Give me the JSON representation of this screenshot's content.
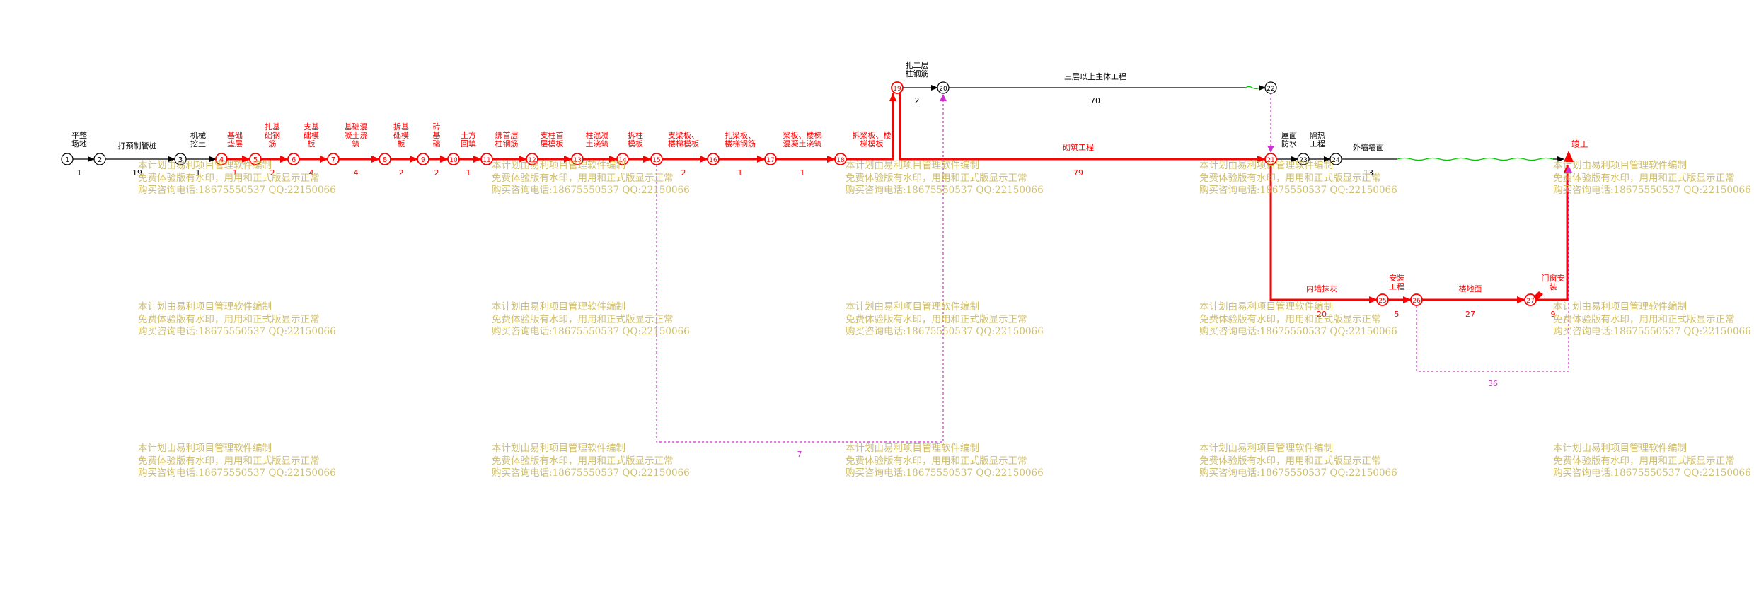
{
  "colors": {
    "critical": "#ff0000",
    "normal": "#000000",
    "dummy": "#cc33cc",
    "float": "#00cc00",
    "watermark": "#c8b450"
  },
  "nodes": [
    {
      "id": "1",
      "kind": "normal"
    },
    {
      "id": "2",
      "kind": "normal"
    },
    {
      "id": "3",
      "kind": "normal"
    },
    {
      "id": "4",
      "kind": "critical"
    },
    {
      "id": "5",
      "kind": "critical"
    },
    {
      "id": "6",
      "kind": "critical"
    },
    {
      "id": "7",
      "kind": "critical"
    },
    {
      "id": "8",
      "kind": "critical"
    },
    {
      "id": "9",
      "kind": "critical"
    },
    {
      "id": "10",
      "kind": "critical"
    },
    {
      "id": "11",
      "kind": "critical"
    },
    {
      "id": "12",
      "kind": "critical"
    },
    {
      "id": "13",
      "kind": "critical"
    },
    {
      "id": "14",
      "kind": "critical"
    },
    {
      "id": "15",
      "kind": "critical"
    },
    {
      "id": "16",
      "kind": "critical"
    },
    {
      "id": "17",
      "kind": "critical"
    },
    {
      "id": "18",
      "kind": "critical"
    },
    {
      "id": "19",
      "kind": "critical"
    },
    {
      "id": "20",
      "kind": "normal"
    },
    {
      "id": "21",
      "kind": "critical"
    },
    {
      "id": "22",
      "kind": "normal"
    },
    {
      "id": "23",
      "kind": "normal"
    },
    {
      "id": "24",
      "kind": "normal"
    },
    {
      "id": "25",
      "kind": "critical"
    },
    {
      "id": "26",
      "kind": "critical"
    },
    {
      "id": "27",
      "kind": "critical"
    }
  ],
  "activities": [
    {
      "from": "1",
      "to": "2",
      "name": "平整场地",
      "duration": "1",
      "kind": "normal"
    },
    {
      "from": "2",
      "to": "3",
      "name": "打预制管桩",
      "duration": "19",
      "kind": "normal"
    },
    {
      "from": "3",
      "to": "4",
      "name": "机械挖土",
      "duration": "1",
      "kind": "normal"
    },
    {
      "from": "4",
      "to": "5",
      "name": "基础垫层",
      "duration": "1",
      "kind": "critical"
    },
    {
      "from": "5",
      "to": "6",
      "name": "扎基础钢筋",
      "duration": "2",
      "kind": "critical"
    },
    {
      "from": "6",
      "to": "7",
      "name": "支基础模板",
      "duration": "4",
      "kind": "critical"
    },
    {
      "from": "7",
      "to": "8",
      "name": "基础混凝土浇筑",
      "duration": "4",
      "kind": "critical"
    },
    {
      "from": "8",
      "to": "9",
      "name": "拆基础模板",
      "duration": "2",
      "kind": "critical"
    },
    {
      "from": "9",
      "to": "10",
      "name": "砖基础",
      "duration": "2",
      "kind": "critical"
    },
    {
      "from": "10",
      "to": "11",
      "name": "土方回填",
      "duration": "1",
      "kind": "critical"
    },
    {
      "from": "11",
      "to": "12",
      "name": "绑首层柱钢筋",
      "duration": "",
      "kind": "critical"
    },
    {
      "from": "12",
      "to": "13",
      "name": "支柱首层模板",
      "duration": "",
      "kind": "critical"
    },
    {
      "from": "13",
      "to": "14",
      "name": "柱混凝土浇筑",
      "duration": "",
      "kind": "critical"
    },
    {
      "from": "14",
      "to": "15",
      "name": "拆柱模板",
      "duration": "",
      "kind": "critical"
    },
    {
      "from": "15",
      "to": "16",
      "name": "支梁板、楼梯模板",
      "duration": "2",
      "kind": "critical"
    },
    {
      "from": "16",
      "to": "17",
      "name": "扎梁板、楼梯钢筋",
      "duration": "1",
      "kind": "critical"
    },
    {
      "from": "17",
      "to": "18",
      "name": "梁板、楼梯混凝土浇筑",
      "duration": "1",
      "kind": "critical"
    },
    {
      "from": "18",
      "to": "19",
      "name": "拆梁板、楼梯模板",
      "duration": "",
      "kind": "critical"
    },
    {
      "from": "19",
      "to": "20",
      "name": "扎二层柱钢筋",
      "duration": "2",
      "kind": "normal"
    },
    {
      "from": "20",
      "to": "22",
      "name": "三层以上主体工程",
      "duration": "70",
      "kind": "normal"
    },
    {
      "from": "19",
      "to": "21",
      "name": "砌筑工程",
      "duration": "79",
      "kind": "critical"
    },
    {
      "from": "21",
      "to": "23",
      "name": "屋面防水",
      "duration": "",
      "kind": "normal"
    },
    {
      "from": "23",
      "to": "24",
      "name": "隔热工程",
      "duration": "",
      "kind": "normal"
    },
    {
      "from": "24",
      "to": "end",
      "name": "外墙墙面",
      "duration": "13",
      "kind": "normal"
    },
    {
      "from": "21",
      "to": "25",
      "name": "内墙抹灰",
      "duration": "20",
      "kind": "critical"
    },
    {
      "from": "25",
      "to": "26",
      "name": "安装工程",
      "duration": "5",
      "kind": "critical"
    },
    {
      "from": "26",
      "to": "27",
      "name": "楼地面",
      "duration": "27",
      "kind": "critical"
    },
    {
      "from": "27",
      "to": "end",
      "name": "门窗安装",
      "duration": "9",
      "kind": "critical"
    }
  ],
  "dummies": [
    {
      "from": "15",
      "to": "20",
      "duration": "7"
    },
    {
      "from": "26",
      "to": "end",
      "duration": "36"
    },
    {
      "from": "22",
      "to": "21",
      "duration": ""
    }
  ],
  "finish_label": "竣工",
  "watermark": {
    "line1": "本计划由易利项目管理软件编制",
    "line2": "免费体验版有水印，用用和正式版显示正常",
    "line3": "购买咨询电话:18675550537 QQ:22150066"
  }
}
